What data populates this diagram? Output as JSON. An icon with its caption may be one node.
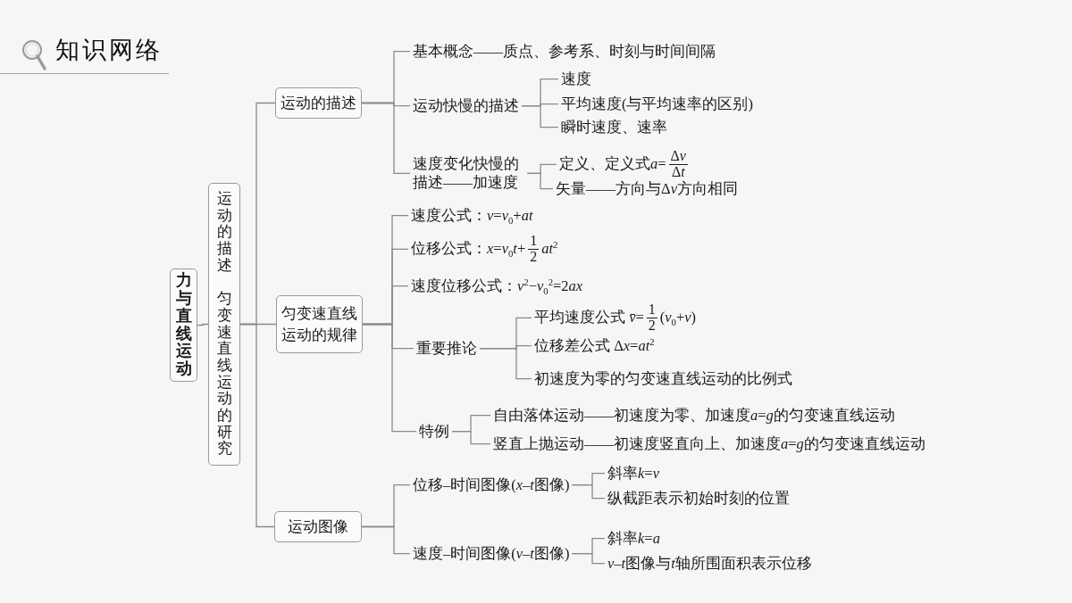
{
  "diagram": {
    "title": "知识网络",
    "nodes": [
      {
        "text": [
          "力与直线运动"
        ]
      },
      {
        "text": [
          "运动的描述",
          "匀变速直线运动的研究"
        ]
      },
      {
        "text": [
          "运动的描述"
        ]
      },
      {
        "text": [
          "基本概念——质点、参考系、时刻与时间间隔"
        ]
      },
      {
        "text": [
          "运动快慢的描述"
        ]
      },
      {
        "text": [
          "速度"
        ]
      },
      {
        "text": [
          "平均速度(与平均速率的区别)"
        ]
      },
      {
        "text": [
          "瞬时速度、速率"
        ]
      },
      {
        "text": [
          "速度变化快慢的描述——加速度"
        ]
      },
      {
        "text": [
          "定义、定义式a=",
          "Δv",
          "Δt"
        ]
      },
      {
        "text": [
          "矢量——方向与Δv方向相同"
        ]
      },
      {
        "text": [
          "匀变速直线运动的规律"
        ]
      },
      {
        "text": [
          "速度公式：v=v$_{0}$+at"
        ]
      },
      {
        "text": [
          "位移公式：x=v$_{0}$t+",
          "1",
          "2",
          "at$^{2}$"
        ]
      },
      {
        "text": [
          "速度位移公式：v$^{2}$−v$_{0}$$^{2}$=2ax"
        ]
      },
      {
        "text": [
          "重要推论"
        ]
      },
      {
        "text": [
          "平均速度公式 v̄=",
          "1",
          "2",
          "(v$_{0}$+v)"
        ]
      },
      {
        "text": [
          "位移差公式 Δx=at$^{2}$"
        ]
      },
      {
        "text": [
          "初速度为零的匀变速直线运动的比例式"
        ]
      },
      {
        "text": [
          "特例"
        ]
      },
      {
        "text": [
          "自由落体运动——初速度为零、加速度a=g的匀变速直线运动"
        ]
      },
      {
        "text": [
          "竖直上抛运动——初速度竖直向上、加速度a=g的匀变速直线运动"
        ]
      },
      {
        "text": [
          "运动图像"
        ]
      },
      {
        "text": [
          "位移–时间图像(x–t图像)"
        ]
      },
      {
        "text": [
          "斜率k=v"
        ]
      },
      {
        "text": [
          "纵截距表示初始时刻的位置"
        ]
      },
      {
        "text": [
          "速度–时间图像(v–t图像)"
        ]
      },
      {
        "text": [
          "斜率k=a"
        ]
      },
      {
        "text": [
          "v–t图像与t轴所围面积表示位移"
        ]
      }
    ],
    "edges": [
      {
        "from": 0,
        "to": 1,
        "arrow": "none"
      },
      {
        "from": 1,
        "to": 2,
        "arrow": "none"
      },
      {
        "from": 1,
        "to": 11,
        "arrow": "none"
      },
      {
        "from": 1,
        "to": 22,
        "arrow": "none"
      },
      {
        "from": 2,
        "to": 3,
        "arrow": "none"
      },
      {
        "from": 2,
        "to": 4,
        "arrow": "none"
      },
      {
        "from": 2,
        "to": 8,
        "arrow": "none"
      },
      {
        "from": 4,
        "to": 5,
        "arrow": "none"
      },
      {
        "from": 4,
        "to": 6,
        "arrow": "none"
      },
      {
        "from": 4,
        "to": 7,
        "arrow": "none"
      },
      {
        "from": 8,
        "to": 9,
        "arrow": "none"
      },
      {
        "from": 8,
        "to": 10,
        "arrow": "none"
      },
      {
        "from": 11,
        "to": 12,
        "arrow": "none"
      },
      {
        "from": 11,
        "to": 13,
        "arrow": "none"
      },
      {
        "from": 11,
        "to": 14,
        "arrow": "none"
      },
      {
        "from": 11,
        "to": 15,
        "arrow": "none"
      },
      {
        "from": 11,
        "to": 19,
        "arrow": "none"
      },
      {
        "from": 15,
        "to": 16,
        "arrow": "none"
      },
      {
        "from": 15,
        "to": 17,
        "arrow": "none"
      },
      {
        "from": 15,
        "to": 18,
        "arrow": "none"
      },
      {
        "from": 19,
        "to": 20,
        "arrow": "none"
      },
      {
        "from": 19,
        "to": 21,
        "arrow": "none"
      },
      {
        "from": 22,
        "to": 23,
        "arrow": "none"
      },
      {
        "from": 22,
        "to": 26,
        "arrow": "none"
      },
      {
        "from": 23,
        "to": 24,
        "arrow": "none"
      },
      {
        "from": 23,
        "to": 25,
        "arrow": "none"
      },
      {
        "from": 26,
        "to": 27,
        "arrow": "none"
      },
      {
        "from": 26,
        "to": 28,
        "arrow": "none"
      }
    ]
  }
}
